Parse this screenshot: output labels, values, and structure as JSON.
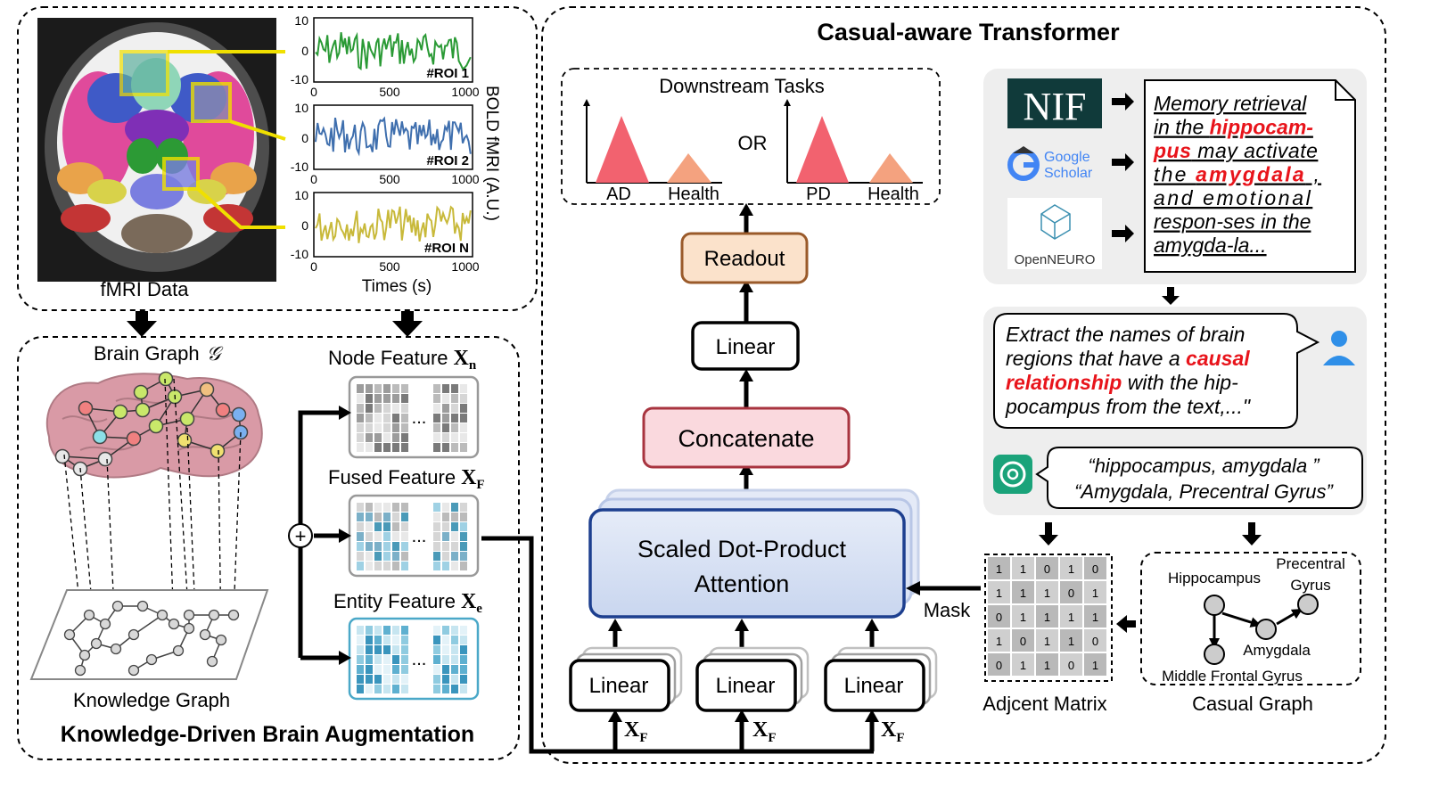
{
  "left_top": {
    "caption": "fMRI Data",
    "ylabel": "BOLD fMRI (A.U.)",
    "xlabel": "Times (s)",
    "rois": [
      {
        "label": "#ROI 1",
        "color": "#2a9a35"
      },
      {
        "label": "#ROI 2",
        "color": "#3f6fae"
      },
      {
        "label": "#ROI N",
        "color": "#c8b93a"
      }
    ],
    "y_ticks": [
      "10",
      "0",
      "-10"
    ],
    "x_ticks": [
      "0",
      "500",
      "1000"
    ]
  },
  "left_bottom": {
    "brain_graph_label": "Brain Graph",
    "brain_graph_symbol": "𝒢",
    "kg_label": "Knowledge Graph",
    "section_title": "Knowledge-Driven Brain Augmentation",
    "node_feature": "Node Feature",
    "node_feature_sym": "X",
    "node_feature_sub": "n",
    "fused_feature": "Fused Feature",
    "fused_feature_sym": "X",
    "fused_feature_sub": "F",
    "entity_feature": "Entity Feature",
    "entity_feature_sym": "X",
    "entity_feature_sub": "e",
    "ellipsis": "...",
    "plus": "+"
  },
  "transformer": {
    "title": "Casual-aware Transformer",
    "downstream_title": "Downstream Tasks",
    "or_label": "OR",
    "task1": [
      "AD",
      "Health"
    ],
    "task2": [
      "PD",
      "Health"
    ],
    "readout": "Readout",
    "linear_top": "Linear",
    "concatenate": "Concatenate",
    "attention_line1": "Scaled Dot-Product",
    "attention_line2": "Attention",
    "linear_inputs": [
      "Linear",
      "Linear",
      "Linear"
    ],
    "xf_sym": "X",
    "xf_sub": "F",
    "mask": "Mask"
  },
  "sources": {
    "nif": "NIF",
    "google1": "Google",
    "google2": "Scholar",
    "openneuro": "OpenNEURO",
    "doc_lines": [
      [
        [
          "Memory retrieval",
          "n"
        ]
      ],
      [
        [
          "in the ",
          "n"
        ],
        [
          "hippocam-",
          "r"
        ]
      ],
      [
        [
          "pus",
          "r"
        ],
        [
          " may activate",
          "n"
        ]
      ],
      [
        [
          "the ",
          "n"
        ],
        [
          "amygdala",
          "r"
        ],
        [
          " ,",
          "n"
        ]
      ],
      [
        [
          "and emotional",
          "n"
        ]
      ],
      [
        [
          "respon-ses in the",
          "n"
        ]
      ],
      [
        [
          "amygda-la...",
          "n"
        ]
      ]
    ]
  },
  "prompt": {
    "lines": [
      [
        [
          "Extract the names of brain",
          "n"
        ]
      ],
      [
        [
          "regions that have a ",
          "n"
        ],
        [
          "causal",
          "r"
        ]
      ],
      [
        [
          "relationship",
          "r"
        ],
        [
          " with the hip-",
          "n"
        ]
      ],
      [
        [
          "pocampus from the text,...\"",
          "n"
        ]
      ]
    ],
    "reply_lines": [
      "“hippocampus, amygdala ”",
      "“Amygdala, Precentral Gyrus”"
    ]
  },
  "matrix": {
    "label": "Adjcent Matrix",
    "rows": [
      [
        "1",
        "1",
        "0",
        "1",
        "0"
      ],
      [
        "1",
        "1",
        "1",
        "0",
        "1"
      ],
      [
        "0",
        "1",
        "1",
        "1",
        "1"
      ],
      [
        "1",
        "0",
        "1",
        "1",
        "0"
      ],
      [
        "0",
        "1",
        "1",
        "0",
        "1"
      ]
    ]
  },
  "causal_graph": {
    "label": "Casual Graph",
    "nodes": [
      "Hippocampus",
      "Precentral",
      "Gyrus",
      "Amygdala",
      "Middle Frontal Gyrus"
    ]
  }
}
